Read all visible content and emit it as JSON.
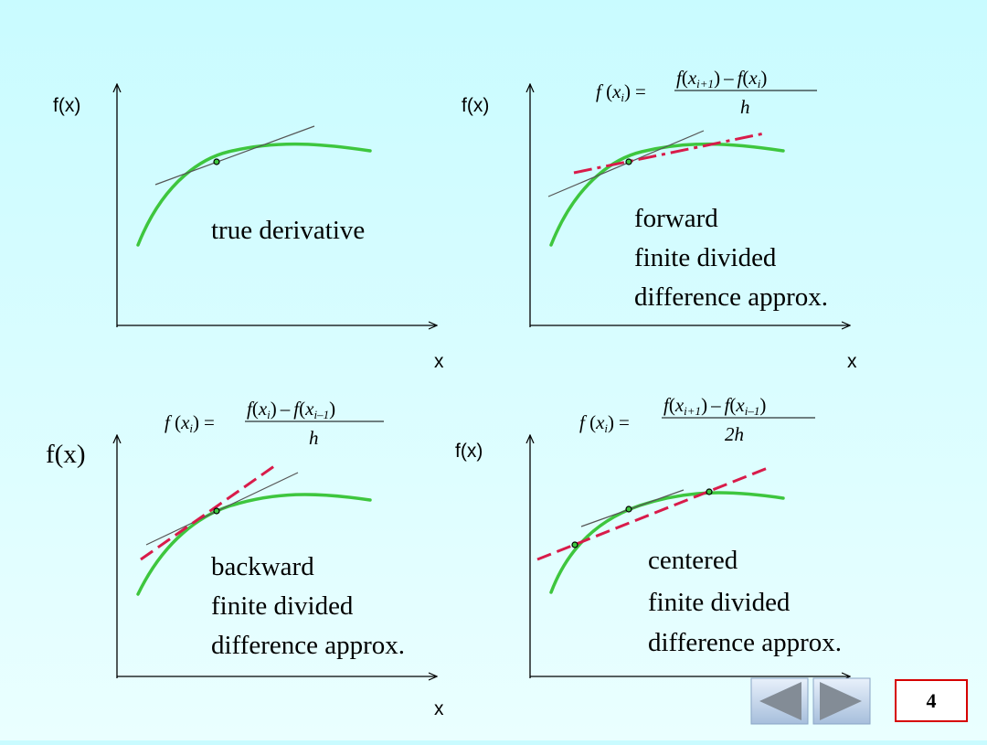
{
  "panels": {
    "true": {
      "ylabel": "f(x)",
      "xlabel": "x",
      "caption": [
        "true derivative"
      ]
    },
    "forward": {
      "ylabel": "f(x)",
      "xlabel": "x",
      "caption": [
        "forward",
        "finite divided",
        "difference approx."
      ],
      "formula": {
        "lhs_f": "f",
        "lhs_x": "x",
        "lhs_sub": "i",
        "eq": "=",
        "num_a_f": "f",
        "num_a_x": "x",
        "num_a_sub": "i+1",
        "minus": "–",
        "num_b_f": "f",
        "num_b_x": "x",
        "num_b_sub": "i",
        "den": "h"
      }
    },
    "backward": {
      "ylabel": "f(x)",
      "xlabel": "x",
      "caption": [
        "backward",
        "finite divided",
        "difference approx."
      ],
      "formula": {
        "lhs_f": "f",
        "lhs_x": "x",
        "lhs_sub": "i",
        "eq": "=",
        "num_a_f": "f",
        "num_a_x": "x",
        "num_a_sub": "i",
        "minus": "–",
        "num_b_f": "f",
        "num_b_x": "x",
        "num_b_sub": "i–1",
        "den": "h"
      }
    },
    "centered": {
      "ylabel": "f(x)",
      "caption": [
        "centered",
        "finite divided",
        "difference approx."
      ],
      "formula": {
        "lhs_f": "f",
        "lhs_x": "x",
        "lhs_sub": "i",
        "eq": "=",
        "num_a_f": "f",
        "num_a_x": "x",
        "num_a_sub": "i+1",
        "minus": "–",
        "num_b_f": "f",
        "num_b_x": "x",
        "num_b_sub": "i–1",
        "den": "2h"
      }
    }
  },
  "nav": {
    "prev_icon": "triangle-left-icon",
    "next_icon": "triangle-right-icon"
  },
  "page_number": "4",
  "colors": {
    "curve": "#3ec63e",
    "tangent": "#555555",
    "approx": "#d81b4a",
    "page_border": "#d60000"
  }
}
